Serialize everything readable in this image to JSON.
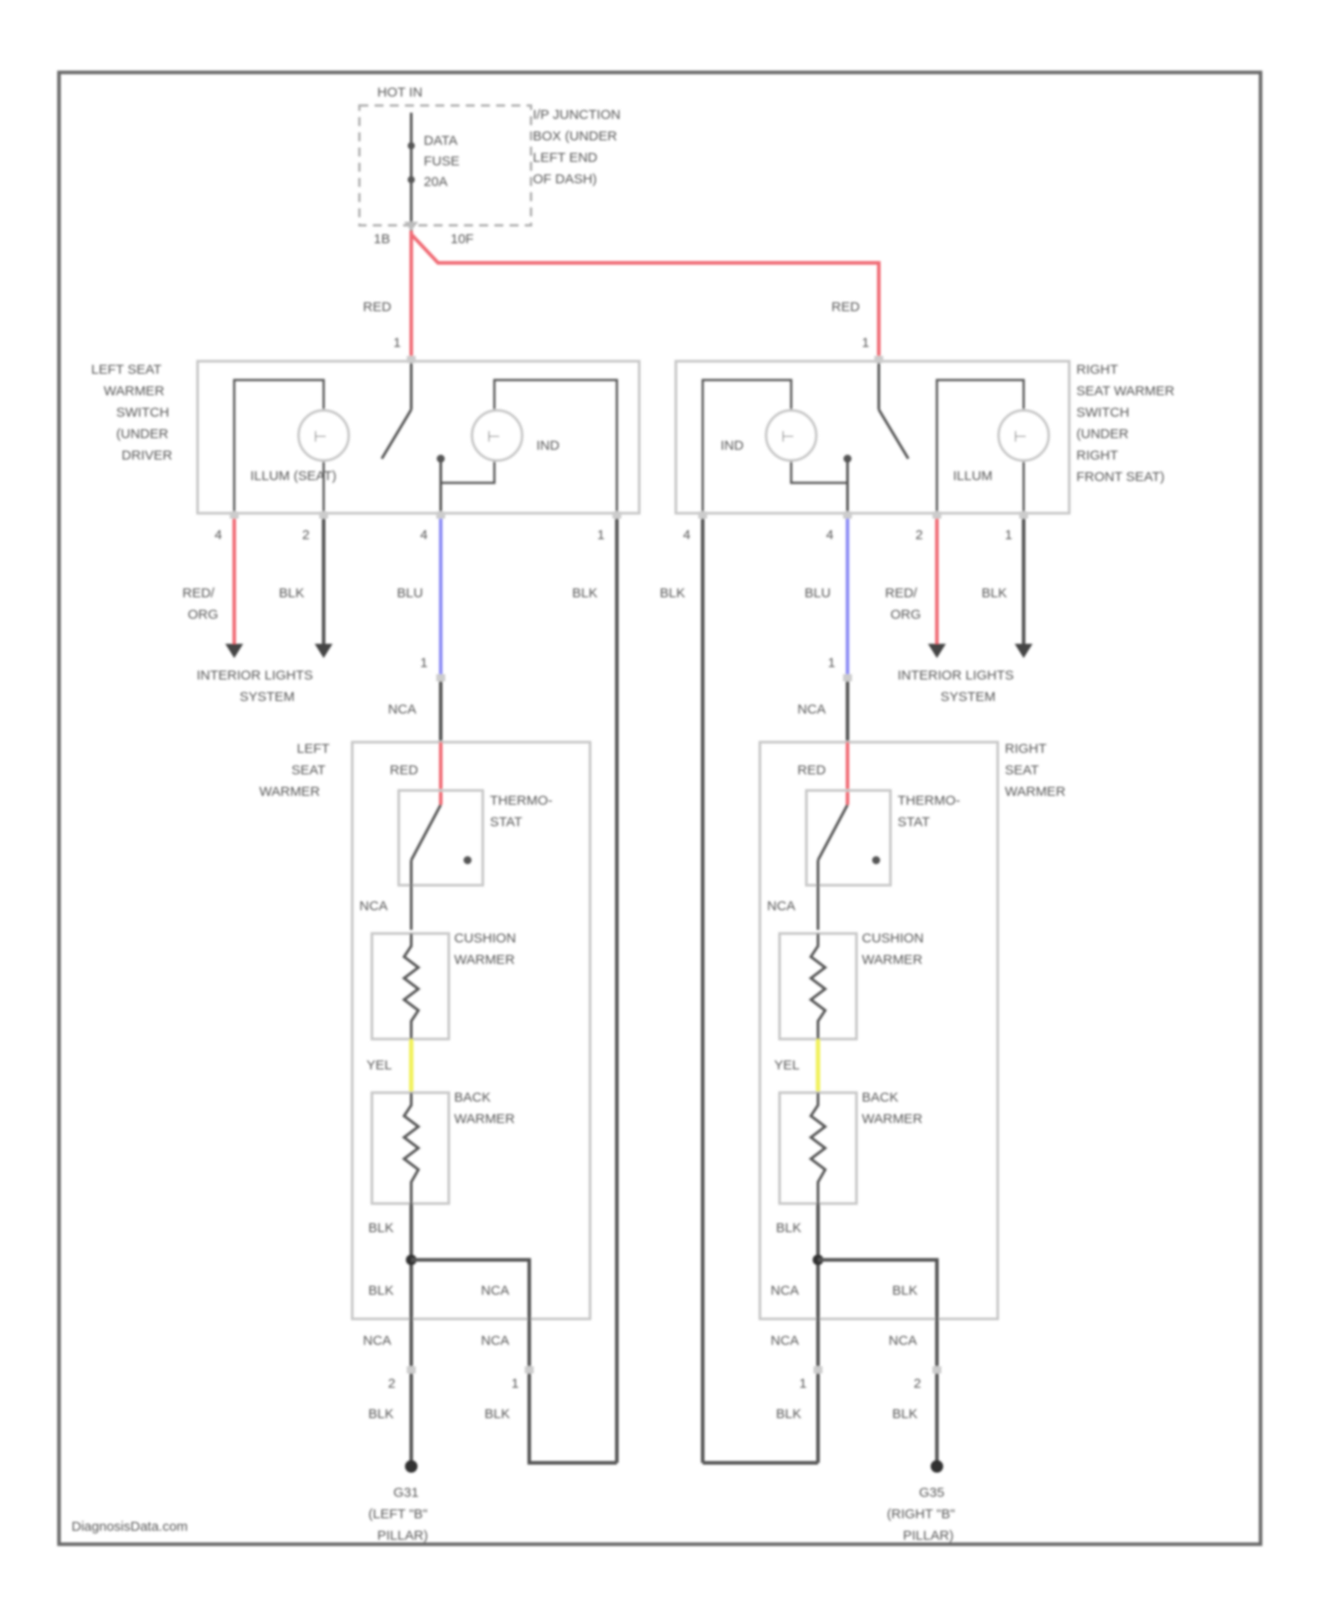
{
  "colors": {
    "red": "#f06b74",
    "blue": "#8b8bf5",
    "yellow": "#f2f25e",
    "black": "#555555",
    "box": "#c8c8c8"
  },
  "power": {
    "hot": "HOT IN",
    "fuse": [
      "DATA",
      "FUSE",
      "20A"
    ],
    "junction": [
      "I/P JUNCTION",
      "BOX (UNDER",
      "LEFT END",
      "OF DASH)"
    ],
    "pin_left": "1B",
    "pin_right": "10F"
  },
  "left": {
    "switch_name": [
      "LEFT SEAT",
      "WARMER",
      "SWITCH",
      "(UNDER",
      "DRIVER"
    ],
    "illum": "ILLUM (SEAT)",
    "ind": "IND",
    "pins": [
      "1",
      "4",
      "2",
      "4",
      "1"
    ],
    "wire_in": "RED",
    "wire_out1": [
      "RED/",
      "ORG"
    ],
    "wire_out2": "BLK",
    "wire_out3": "BLU",
    "wire_out4": "BLK",
    "dest": [
      "INTERIOR LIGHTS",
      "SYSTEM"
    ],
    "conn_pin": "1",
    "nca1": "NCA",
    "heater_name": [
      "LEFT",
      "SEAT",
      "WARMER"
    ],
    "red_label": "RED",
    "thermostat": [
      "THERMO-",
      "STAT"
    ],
    "nca2": "NCA",
    "cushion": [
      "CUSHION",
      "WARMER"
    ],
    "yel": "YEL",
    "back": [
      "BACK",
      "WARMER"
    ],
    "blk1": "BLK",
    "blk2": "BLK",
    "nca3": "NCA",
    "nca4": "NCA",
    "nca5": "NCA",
    "pin2": "2",
    "pin1": "1",
    "blk3": "BLK",
    "blk4": "BLK",
    "ground": [
      "G31",
      "(LEFT \"B\"",
      "PILLAR)"
    ]
  },
  "right": {
    "switch_name": [
      "RIGHT",
      "SEAT WARMER",
      "SWITCH",
      "(UNDER",
      "RIGHT",
      "FRONT SEAT)"
    ],
    "illum": "ILLUM",
    "ind": "IND",
    "pins": [
      "1",
      "4",
      "4",
      "2",
      "1"
    ],
    "wire_in": "RED",
    "wire_out1": "BLK",
    "wire_out2": "BLU",
    "wire_out3": [
      "RED/",
      "ORG"
    ],
    "wire_out4": "BLK",
    "dest": [
      "INTERIOR LIGHTS",
      "SYSTEM"
    ],
    "conn_pin": "1",
    "nca1": "NCA",
    "heater_name": [
      "RIGHT",
      "SEAT",
      "WARMER"
    ],
    "red_label": "RED",
    "thermostat": [
      "THERMO-",
      "STAT"
    ],
    "nca2": "NCA",
    "cushion": [
      "CUSHION",
      "WARMER"
    ],
    "yel": "YEL",
    "back": [
      "BACK",
      "WARMER"
    ],
    "blk1": "BLK",
    "nca3": "NCA",
    "blk2": "BLK",
    "nca4": "NCA",
    "nca5": "NCA",
    "pin1": "1",
    "pin2": "2",
    "blk3": "BLK",
    "blk4": "BLK",
    "ground": [
      "G35",
      "(RIGHT \"B\"",
      "PILLAR)"
    ]
  },
  "footer": "DiagnosisData.com"
}
